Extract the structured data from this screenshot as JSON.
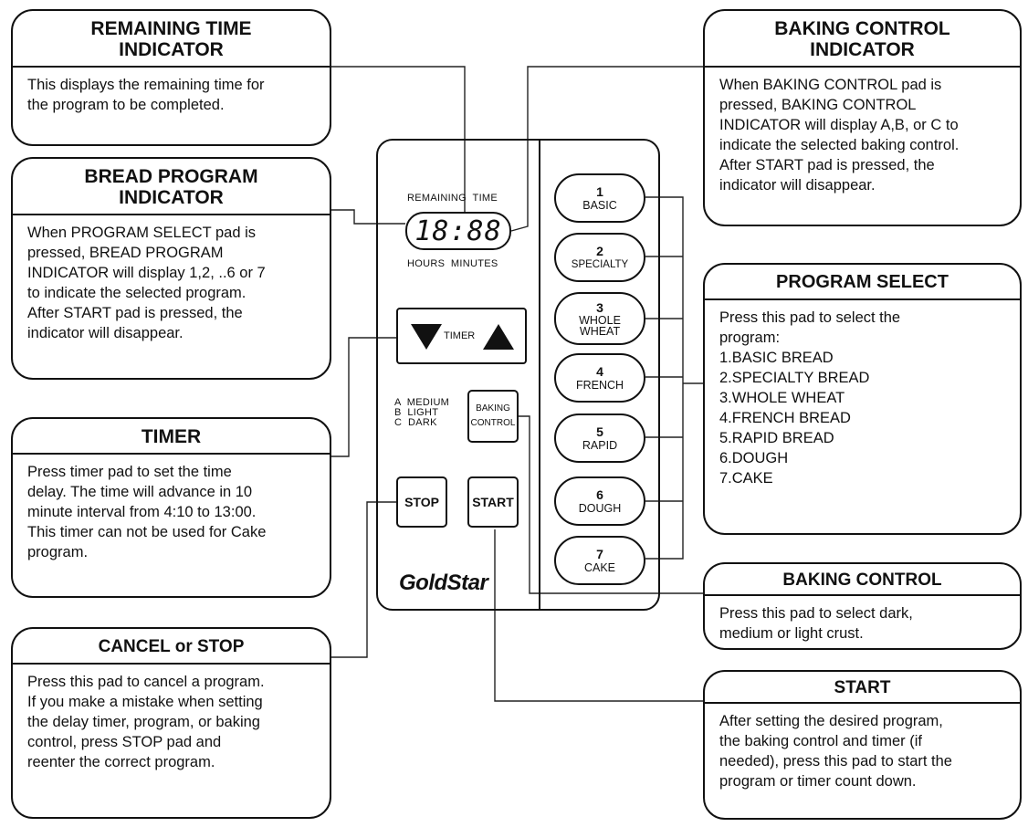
{
  "callouts": {
    "remaining_time": {
      "title": "REMAINING TIME\nINDICATOR",
      "body": "This displays the remaining time for\nthe program to be completed."
    },
    "bread_program": {
      "title": "BREAD PROGRAM\nINDICATOR",
      "body": "When PROGRAM SELECT pad is\npressed, BREAD PROGRAM\nINDICATOR will display 1,2, ..6 or 7\nto indicate the selected program.\nAfter START pad is pressed, the\nindicator will disappear."
    },
    "timer": {
      "title": "TIMER",
      "body": "Press timer pad to set the time\ndelay. The time will advance in 10\nminute interval from 4:10 to 13:00.\nThis timer can not be used for Cake\nprogram."
    },
    "cancel_stop": {
      "title": "CANCEL or STOP",
      "body": "Press this pad to cancel a program.\nIf you make a mistake when setting\nthe delay timer, program, or baking\ncontrol, press STOP pad and\nreenter the correct program."
    },
    "baking_control_indicator": {
      "title": "BAKING CONTROL\nINDICATOR",
      "body": "When BAKING CONTROL pad is\npressed, BAKING CONTROL\nINDICATOR will display A,B, or C to\nindicate the selected baking control.\nAfter START pad is pressed, the\nindicator will disappear."
    },
    "program_select": {
      "title": "PROGRAM SELECT",
      "body": "Press this pad to select the\nprogram:\n1.BASIC BREAD\n2.SPECIALTY BREAD\n3.WHOLE WHEAT\n4.FRENCH BREAD\n5.RAPID BREAD\n6.DOUGH\n7.CAKE"
    },
    "baking_control": {
      "title": "BAKING CONTROL",
      "body": "Press this pad to select dark,\nmedium or light crust."
    },
    "start": {
      "title": "START",
      "body": "After setting the desired program,\nthe baking control and timer (if\nneeded), press this pad to start the\nprogram or timer count down."
    }
  },
  "panel": {
    "remaining_time_label": "REMAINING  TIME",
    "display_value": "18:88",
    "hours_minutes_label": "HOURS  MINUTES",
    "timer_label": "TIMER",
    "crust_options": "A  MEDIUM\nB  LIGHT\nC  DARK",
    "baking_control_label_1": "BAKING",
    "baking_control_label_2": "CONTROL",
    "stop_label": "STOP",
    "start_label": "START",
    "brand": "GoldStar",
    "programs": [
      {
        "num": "1",
        "label": "BASIC"
      },
      {
        "num": "2",
        "label": "SPECIALTY"
      },
      {
        "num": "3",
        "label": "WHOLE\nWHEAT"
      },
      {
        "num": "4",
        "label": "FRENCH"
      },
      {
        "num": "5",
        "label": "RAPID"
      },
      {
        "num": "6",
        "label": "DOUGH"
      },
      {
        "num": "7",
        "label": "CAKE"
      }
    ]
  }
}
